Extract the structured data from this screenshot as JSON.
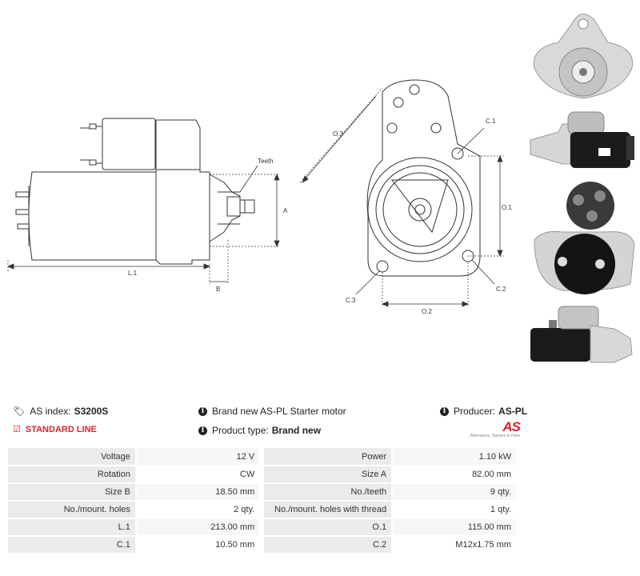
{
  "drawing_labels": {
    "teeth": "Teeth",
    "a": "A",
    "b": "B",
    "l1": "L.1",
    "o3": "O.3",
    "c1": "C.1",
    "o1": "O.1",
    "c2": "C.2",
    "c3": "C.3",
    "o2": "O.2"
  },
  "info": {
    "as_index_label": "AS index:",
    "as_index_value": "S3200S",
    "description": "Brand new AS-PL Starter motor",
    "producer_label": "Producer:",
    "producer_value": "AS-PL",
    "line_label": "STANDARD LINE",
    "product_type_label": "Product type:",
    "product_type_value": "Brand new"
  },
  "logo": {
    "mark": "AS",
    "tagline": "Alternators, Starters & Parts"
  },
  "specs": [
    {
      "k1": "Voltage",
      "v1": "12 V",
      "k2": "Power",
      "v2": "1.10 kW"
    },
    {
      "k1": "Rotation",
      "v1": "CW",
      "k2": "Size A",
      "v2": "82.00 mm"
    },
    {
      "k1": "Size B",
      "v1": "18.50 mm",
      "k2": "No./teeth",
      "v2": "9 qty."
    },
    {
      "k1": "No./mount. holes",
      "v1": "2 qty.",
      "k2": "No./mount. holes with thread",
      "v2": "1 qty."
    },
    {
      "k1": "L.1",
      "v1": "213.00 mm",
      "k2": "O.1",
      "v2": "115.00 mm"
    },
    {
      "k1": "C.1",
      "v1": "10.50 mm",
      "k2": "C.2",
      "v2": "M12x1.75 mm"
    }
  ]
}
